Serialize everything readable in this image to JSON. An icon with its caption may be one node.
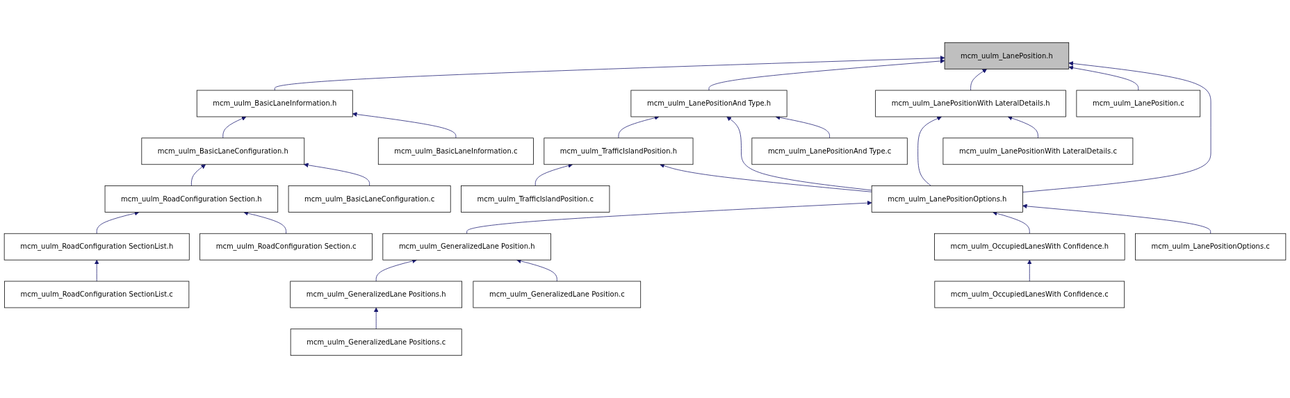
{
  "diagram": {
    "nodes": [
      {
        "text": [
          "mcm_uulm_LanePosition.h"
        ]
      },
      {
        "text": [
          "mcm_uulm_BasicLaneInformation.h"
        ]
      },
      {
        "text": [
          "mcm_uulm_LanePositionAnd Type.h"
        ]
      },
      {
        "text": [
          "mcm_uulm_LanePositionWith LateralDetails.h"
        ]
      },
      {
        "text": [
          "mcm_uulm_LanePosition.c"
        ]
      },
      {
        "text": [
          "mcm_uulm_BasicLaneConfiguration.h"
        ]
      },
      {
        "text": [
          "mcm_uulm_BasicLaneInformation.c"
        ]
      },
      {
        "text": [
          "mcm_uulm_TrafficIslandPosition.h"
        ]
      },
      {
        "text": [
          "mcm_uulm_LanePositionAnd Type.c"
        ]
      },
      {
        "text": [
          "mcm_uulm_LanePositionWith LateralDetails.c"
        ]
      },
      {
        "text": [
          "mcm_uulm_RoadConfiguration Section.h"
        ]
      },
      {
        "text": [
          "mcm_uulm_BasicLaneConfiguration.c"
        ]
      },
      {
        "text": [
          "mcm_uulm_TrafficIslandPosition.c"
        ]
      },
      {
        "text": [
          "mcm_uulm_LanePositionOptions.h"
        ]
      },
      {
        "text": [
          "mcm_uulm_RoadConfiguration SectionList.h"
        ]
      },
      {
        "text": [
          "mcm_uulm_RoadConfiguration Section.c"
        ]
      },
      {
        "text": [
          "mcm_uulm_GeneralizedLane Position.h"
        ]
      },
      {
        "text": [
          "mcm_uulm_OccupiedLanesWith Confidence.h"
        ]
      },
      {
        "text": [
          "mcm_uulm_LanePositionOptions.c"
        ]
      },
      {
        "text": [
          "mcm_uulm_RoadConfiguration SectionList.c"
        ]
      },
      {
        "text": [
          "mcm_uulm_GeneralizedLane Positions.h"
        ]
      },
      {
        "text": [
          "mcm_uulm_GeneralizedLane Position.c"
        ]
      },
      {
        "text": [
          "mcm_uulm_OccupiedLanesWith Confidence.c"
        ]
      },
      {
        "text": [
          "mcm_uulm_GeneralizedLane Positions.c"
        ]
      }
    ],
    "edges": [
      {
        "from": 1,
        "to": 0,
        "arrow": "to"
      },
      {
        "from": 2,
        "to": 0,
        "arrow": "to"
      },
      {
        "from": 3,
        "to": 0,
        "arrow": "to"
      },
      {
        "from": 4,
        "to": 0,
        "arrow": "to"
      },
      {
        "from": 13,
        "to": 0,
        "arrow": "to"
      },
      {
        "from": 5,
        "to": 1,
        "arrow": "to"
      },
      {
        "from": 6,
        "to": 1,
        "arrow": "to"
      },
      {
        "from": 7,
        "to": 2,
        "arrow": "to"
      },
      {
        "from": 13,
        "to": 2,
        "arrow": "to"
      },
      {
        "from": 8,
        "to": 2,
        "arrow": "to"
      },
      {
        "from": 13,
        "to": 3,
        "arrow": "to"
      },
      {
        "from": 9,
        "to": 3,
        "arrow": "to"
      },
      {
        "from": 10,
        "to": 5,
        "arrow": "to"
      },
      {
        "from": 11,
        "to": 5,
        "arrow": "to"
      },
      {
        "from": 12,
        "to": 7,
        "arrow": "to"
      },
      {
        "from": 13,
        "to": 7,
        "arrow": "to"
      },
      {
        "from": 14,
        "to": 10,
        "arrow": "to"
      },
      {
        "from": 15,
        "to": 10,
        "arrow": "to"
      },
      {
        "from": 19,
        "to": 14,
        "arrow": "to"
      },
      {
        "from": 16,
        "to": 13,
        "arrow": "to"
      },
      {
        "from": 17,
        "to": 13,
        "arrow": "to"
      },
      {
        "from": 18,
        "to": 13,
        "arrow": "to"
      },
      {
        "from": 20,
        "to": 16,
        "arrow": "to"
      },
      {
        "from": 21,
        "to": 16,
        "arrow": "to"
      },
      {
        "from": 22,
        "to": 17,
        "arrow": "to"
      },
      {
        "from": 23,
        "to": 20,
        "arrow": "to"
      }
    ]
  }
}
